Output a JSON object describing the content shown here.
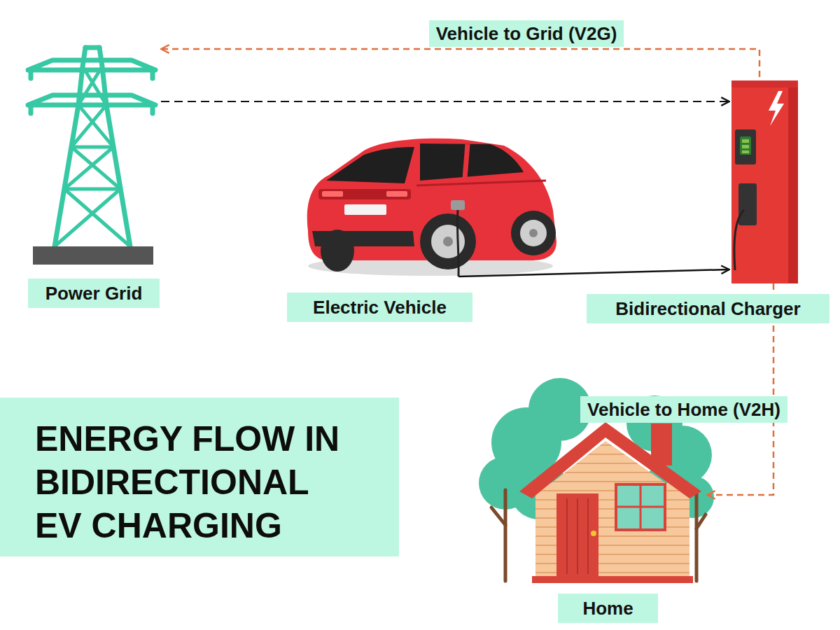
{
  "diagram": {
    "title": "ENERGY FLOW IN BIDIRECTIONAL EV CHARGING",
    "nodes": [
      {
        "text": [
          "Power Grid"
        ]
      },
      {
        "text": [
          "Electric Vehicle"
        ]
      },
      {
        "text": [
          "Bidirectional Charger"
        ]
      },
      {
        "text": [
          "Home"
        ]
      }
    ],
    "edges": [
      {
        "from": 2,
        "to": 0,
        "label": "Vehicle to Grid (V2G)",
        "arrow": "to"
      },
      {
        "from": 0,
        "to": 2,
        "arrow": "to"
      },
      {
        "from": 1,
        "to": 2,
        "arrow": "to"
      },
      {
        "from": 2,
        "to": 3,
        "label": "Vehicle to Home (V2H)",
        "arrow": "to"
      }
    ]
  }
}
